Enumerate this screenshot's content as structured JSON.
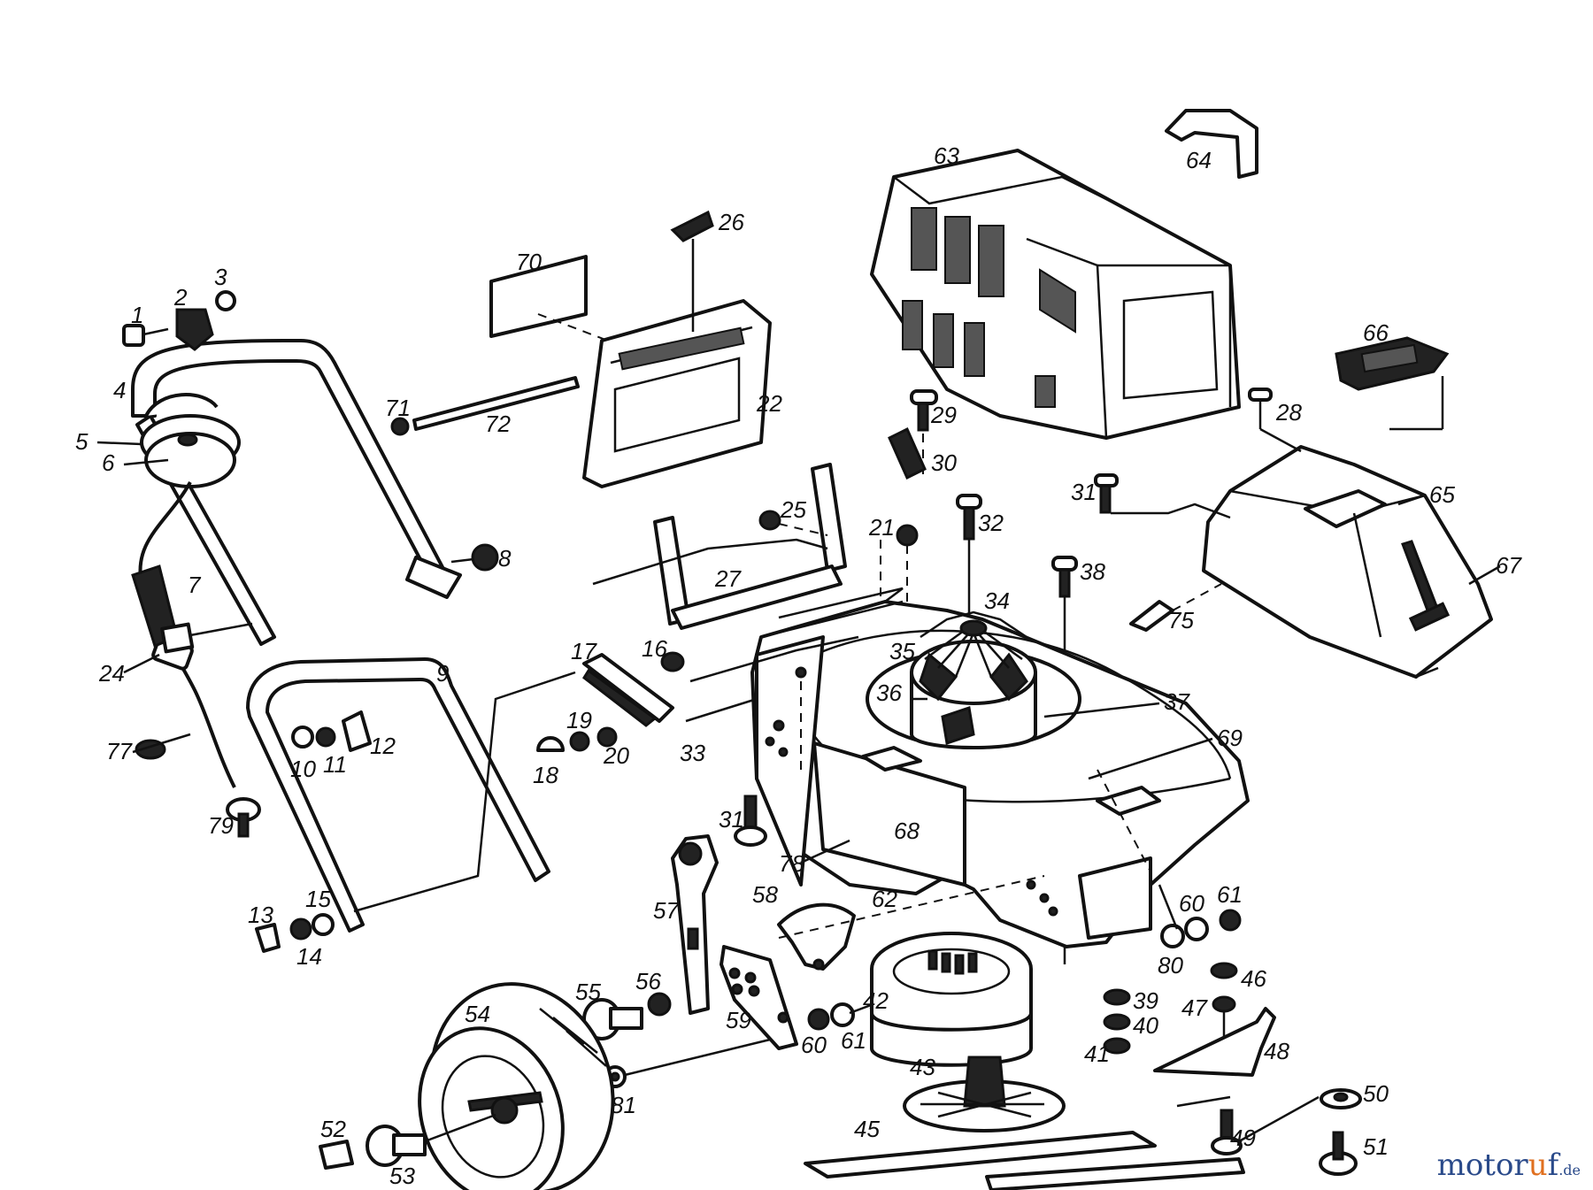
{
  "watermark": {
    "brand": "motor",
    "accent": "u",
    "rest": "f",
    "tld": ".de"
  },
  "part_labels": {
    "p1": "1",
    "p2": "2",
    "p3": "3",
    "p4": "4",
    "p5": "5",
    "p6": "6",
    "p7": "7",
    "p8": "8",
    "p9": "9",
    "p10": "10",
    "p11": "11",
    "p12": "12",
    "p13": "13",
    "p14": "14",
    "p15": "15",
    "p16": "16",
    "p17": "17",
    "p18": "18",
    "p19": "19",
    "p20": "20",
    "p21": "21",
    "p22": "22",
    "p24": "24",
    "p25": "25",
    "p26": "26",
    "p27": "27",
    "p28": "28",
    "p29": "29",
    "p30": "30",
    "p31a": "31",
    "p31b": "31",
    "p32": "32",
    "p33": "33",
    "p34": "34",
    "p35": "35",
    "p36": "36",
    "p37": "37",
    "p38": "38",
    "p39": "39",
    "p40": "40",
    "p41": "41",
    "p42": "42",
    "p43": "43",
    "p45": "45",
    "p46": "46",
    "p47": "47",
    "p48": "48",
    "p49": "49",
    "p50": "50",
    "p51": "51",
    "p52": "52",
    "p53": "53",
    "p54": "54",
    "p55": "55",
    "p56": "56",
    "p57": "57",
    "p58": "58",
    "p59": "59",
    "p60a": "60",
    "p60b": "60",
    "p61a": "61",
    "p61b": "61",
    "p62": "62",
    "p63": "63",
    "p64": "64",
    "p65": "65",
    "p66": "66",
    "p67": "67",
    "p68": "68",
    "p69": "69",
    "p70": "70",
    "p71": "71",
    "p72": "72",
    "p75": "75",
    "p77": "77",
    "p78": "78",
    "p79": "79",
    "p80": "80",
    "p81": "81"
  }
}
